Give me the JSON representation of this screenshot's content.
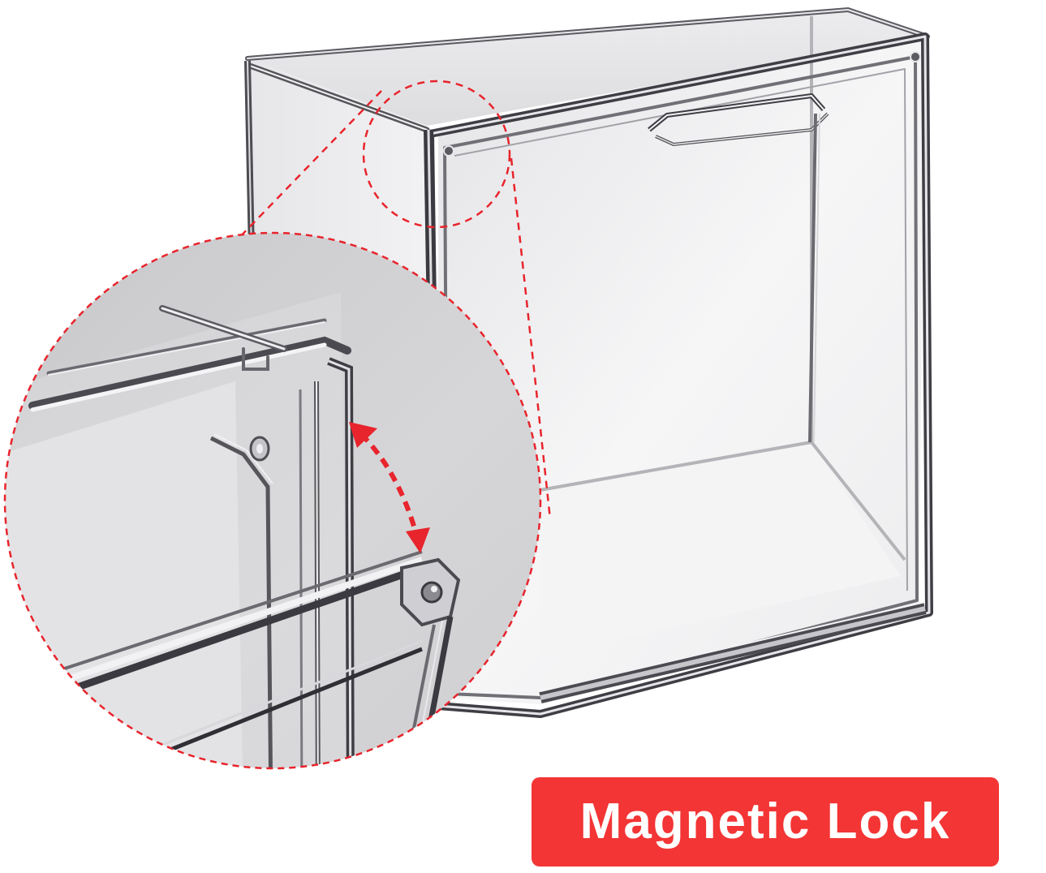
{
  "product": {
    "subject": "clear acrylic storage box with magnetic front door",
    "colors": {
      "background": "#ffffff",
      "frame_dark": "#4a4a4e",
      "frame_mid": "#8a8a90",
      "frame_light": "#d8d8dc",
      "panel_tint": "#f1f1f3",
      "zoom_circle_fill": "#d2d2d4",
      "callout_red": "#e8242c"
    }
  },
  "callout": {
    "type": "magnified-detail",
    "detail_focus": "top-front corner magnet",
    "arrow_icon": "double-headed-curved-arrow"
  },
  "badge": {
    "label": "Magnetic Lock",
    "background": "#f33535",
    "text_color": "#ffffff"
  }
}
